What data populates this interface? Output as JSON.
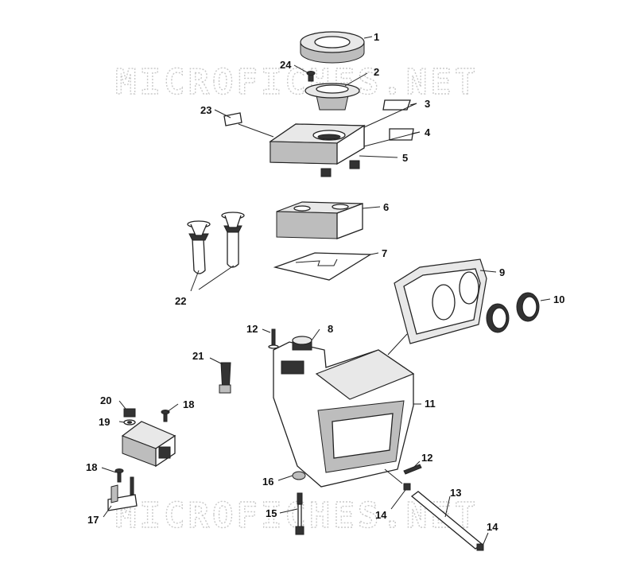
{
  "watermark": {
    "top": "MICROFICHES.NET",
    "bottom": "MICROFICHES.NET"
  },
  "callouts": {
    "c1": "1",
    "c2": "2",
    "c3": "3",
    "c4": "4",
    "c5": "5",
    "c6": "6",
    "c7": "7",
    "c8": "8",
    "c9": "9",
    "c10": "10",
    "c11": "11",
    "c12a": "12",
    "c12b": "12",
    "c13": "13",
    "c14a": "14",
    "c14b": "14",
    "c15": "15",
    "c16": "16",
    "c17": "17",
    "c18a": "18",
    "c18b": "18",
    "c19": "19",
    "c20": "20",
    "c21": "21",
    "c22": "22",
    "c23": "23",
    "c24": "24"
  }
}
